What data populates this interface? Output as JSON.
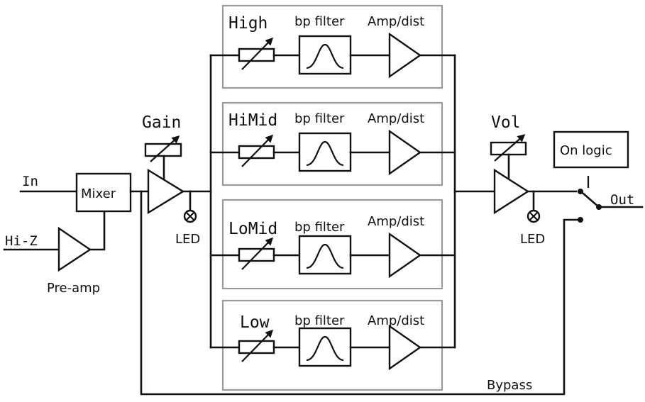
{
  "inputs": {
    "in_label": "In",
    "hiz_label": "Hi-Z"
  },
  "blocks": {
    "mixer": "Mixer",
    "preamp": "Pre-amp",
    "gain": "Gain",
    "gain_led": "LED",
    "vol": "Vol",
    "vol_led": "LED",
    "on_logic": "On logic",
    "out": "Out",
    "bypass": "Bypass"
  },
  "bands": [
    {
      "name": "High",
      "filter": "bp filter",
      "amp": "Amp/dist"
    },
    {
      "name": "HiMid",
      "filter": "bp filter",
      "amp": "Amp/dist"
    },
    {
      "name": "LoMid",
      "filter": "bp filter",
      "amp": "Amp/dist"
    },
    {
      "name": "Low",
      "filter": "bp filter",
      "amp": "Amp/dist"
    }
  ],
  "colors": {
    "line": "#111111",
    "band_frame": "#9a9a9a"
  }
}
